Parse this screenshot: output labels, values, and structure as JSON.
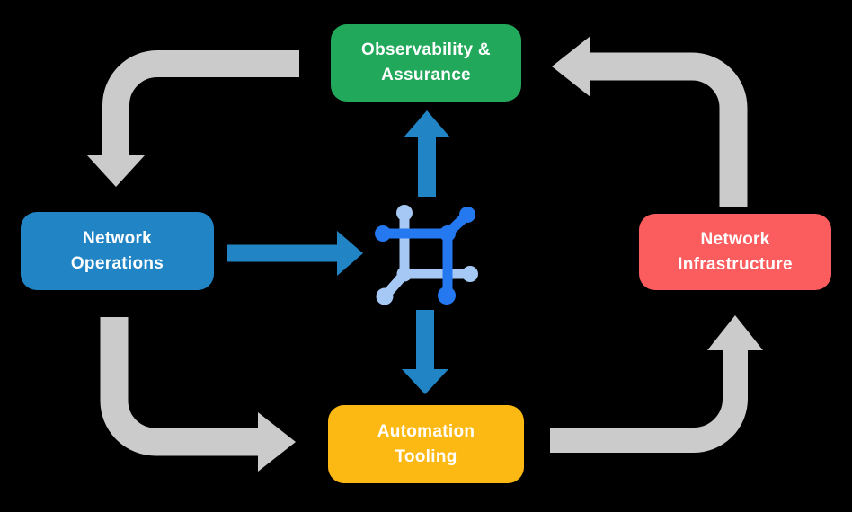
{
  "diagram": {
    "background_color": "#000000",
    "boxes": {
      "observability": {
        "line1": "Observability &",
        "line2": "Assurance",
        "color": "#22A85A",
        "text_color": "#FFFFFF"
      },
      "operations": {
        "line1": "Network",
        "line2": "Operations",
        "color": "#2185C5",
        "text_color": "#FFFFFF"
      },
      "infrastructure": {
        "line1": "Network",
        "line2": "Infrastructure",
        "color": "#FB5C5E",
        "text_color": "#FFFFFF"
      },
      "automation": {
        "line1": "Automation",
        "line2": "Tooling",
        "color": "#FDB913",
        "text_color": "#FFFFFF"
      }
    },
    "arrows": {
      "gray_color": "#CBCBCB",
      "blue_color": "#2185C5"
    },
    "center_icon": {
      "name": "network-mesh-icon",
      "dark_blue": "#2478F0",
      "light_blue": "#A6C8F4"
    }
  }
}
